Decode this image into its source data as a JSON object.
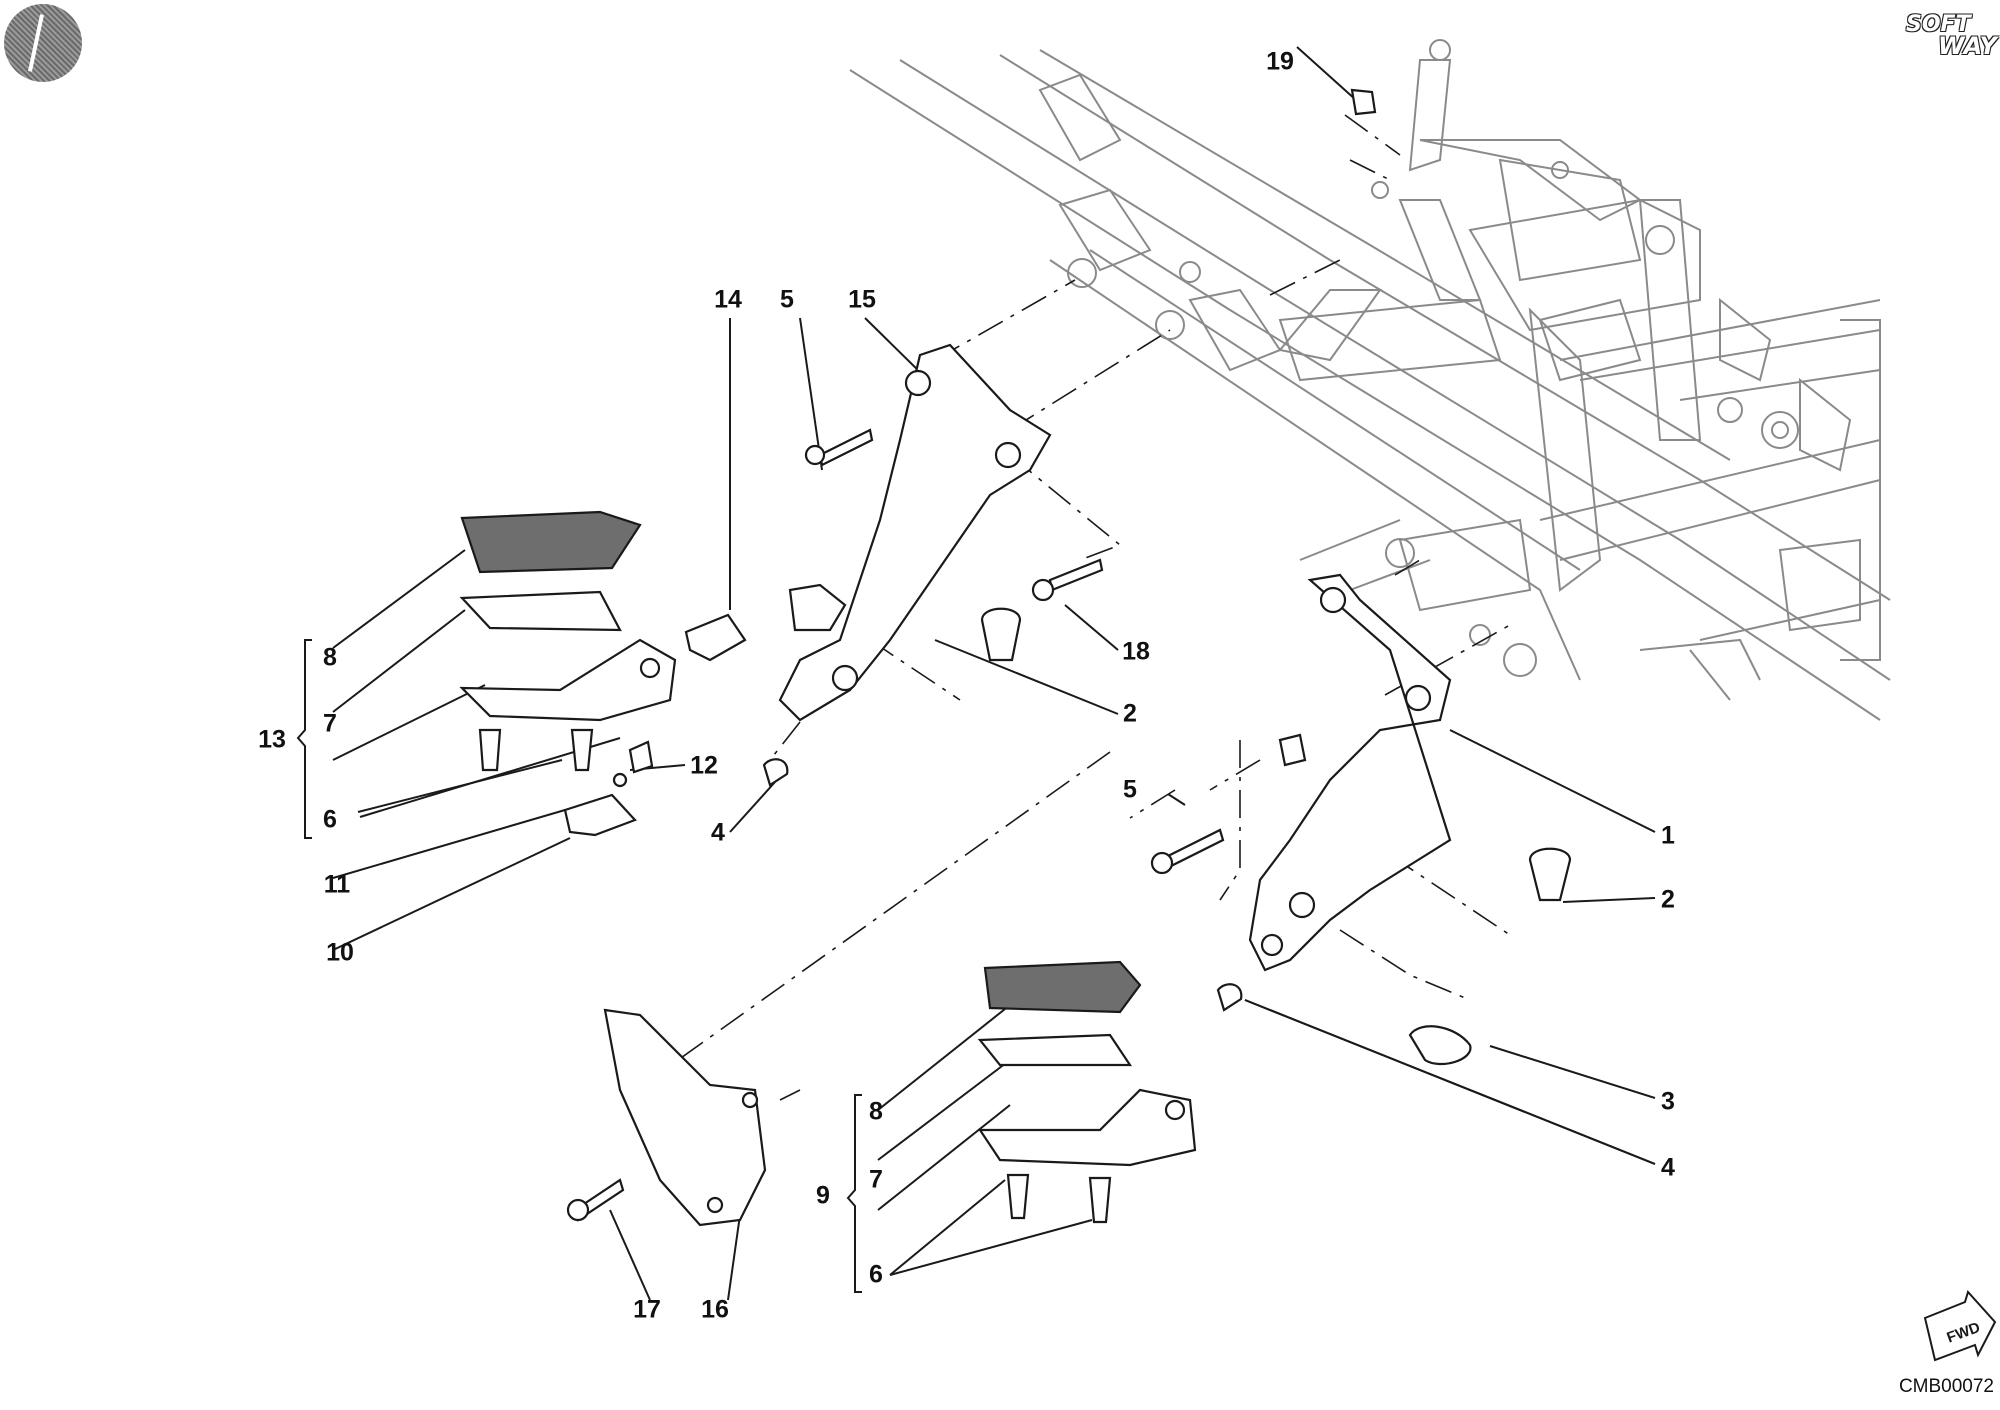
{
  "diagram": {
    "drawing_code": "CMB00072",
    "logo": {
      "line1": "SOFT",
      "line2": "WAY"
    },
    "fwd_label": "FWD",
    "callouts": {
      "c19": "19",
      "c14": "14",
      "c5a": "5",
      "c15": "15",
      "c8a": "8",
      "c7a": "7",
      "c13": "13",
      "c6a": "6",
      "c12": "12",
      "c4a": "4",
      "c11": "11",
      "c10": "10",
      "c18": "18",
      "c2a": "2",
      "c5b": "5",
      "c1": "1",
      "c2b": "2",
      "c8b": "8",
      "c7b": "7",
      "c9": "9",
      "c6b": "6",
      "c3": "3",
      "c4b": "4",
      "c17": "17",
      "c16": "16"
    }
  },
  "colors": {
    "line": "#1a1a1a",
    "frame_line": "#8a8a8a",
    "rubber_fill": "#6e6e6e",
    "background": "#ffffff"
  }
}
